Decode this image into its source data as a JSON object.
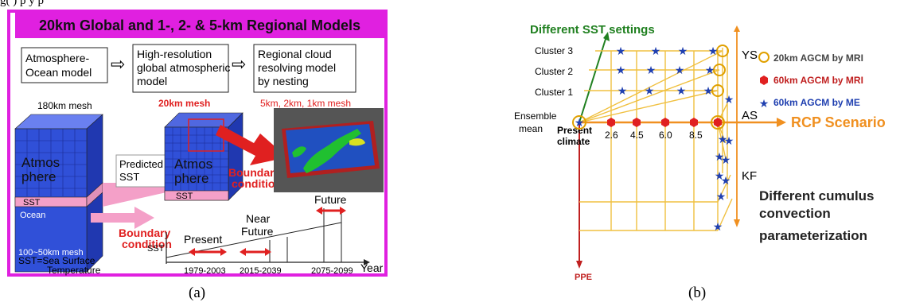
{
  "page": {
    "top_text": "g",
    "top_text_suffix": "(       ) p                        y   p",
    "caption_a": "(a)",
    "caption_b": "(b)"
  },
  "panel_a": {
    "title": "20km Global and 1-, 2- & 5-km Regional Models",
    "box1": [
      "Atmosphere-",
      "Ocean model"
    ],
    "box2": [
      "High-resolution",
      "global atmospheric",
      "model"
    ],
    "box3": [
      "Regional cloud",
      "resolving model",
      "by nesting"
    ],
    "mesh1": "180km mesh",
    "mesh2": "20km  mesh",
    "mesh3": "5km, 2km, 1km mesh",
    "atmos1": [
      "Atmos",
      "phere"
    ],
    "atmos2": [
      "Atmos",
      "phere"
    ],
    "sst1": "SST",
    "sst2": "SST",
    "ocean": "Ocean",
    "predicted": [
      "Predicted",
      "SST"
    ],
    "boundary1": [
      "Boundary",
      "condition"
    ],
    "boundary2": [
      "Boundary",
      "condition"
    ],
    "depth": "100~50km mesh",
    "sst_def": [
      "SST=Sea Surface",
      "Temperature"
    ],
    "timeline": {
      "y_label": "SST",
      "x_label": "Year",
      "periods": [
        {
          "label": "Present",
          "years": "1979-2003"
        },
        {
          "label": "Near Future",
          "years": "2015-2039"
        },
        {
          "label": "Future",
          "years": "2075-2099"
        }
      ]
    },
    "colors": {
      "magenta": "#e020e0",
      "cube_blue": "#3050d8",
      "sst_pink": "#f4a0c8",
      "arrow_red": "#e02020"
    }
  },
  "panel_b": {
    "sst_title": "Different SST settings",
    "clusters": [
      "Cluster 3",
      "Cluster 2",
      "Cluster 1"
    ],
    "ensemble": [
      "Ensemble",
      "mean"
    ],
    "present": [
      "Present",
      "climate"
    ],
    "rcp_values": [
      "2.6",
      "4.5",
      "6.0",
      "8.5"
    ],
    "rcp_label": "RCP Scenario",
    "schemes": [
      "YS",
      "AS",
      "KF"
    ],
    "cumulus": [
      "Different cumulus",
      "convection",
      "parameterization"
    ],
    "ppe": "PPE",
    "legend": [
      {
        "label": "20km AGCM by MRI",
        "color": "#e0a000",
        "symbol": "ring"
      },
      {
        "label": "60km AGCM by MRI",
        "color": "#e02020",
        "symbol": "hexagon"
      },
      {
        "label": "60km AGCM by ME",
        "color": "#2040b0",
        "symbol": "star"
      }
    ],
    "colors": {
      "grid": "#f0c040",
      "rcp": "#f09020",
      "sst": "#208020",
      "ppe": "#c02020"
    }
  }
}
